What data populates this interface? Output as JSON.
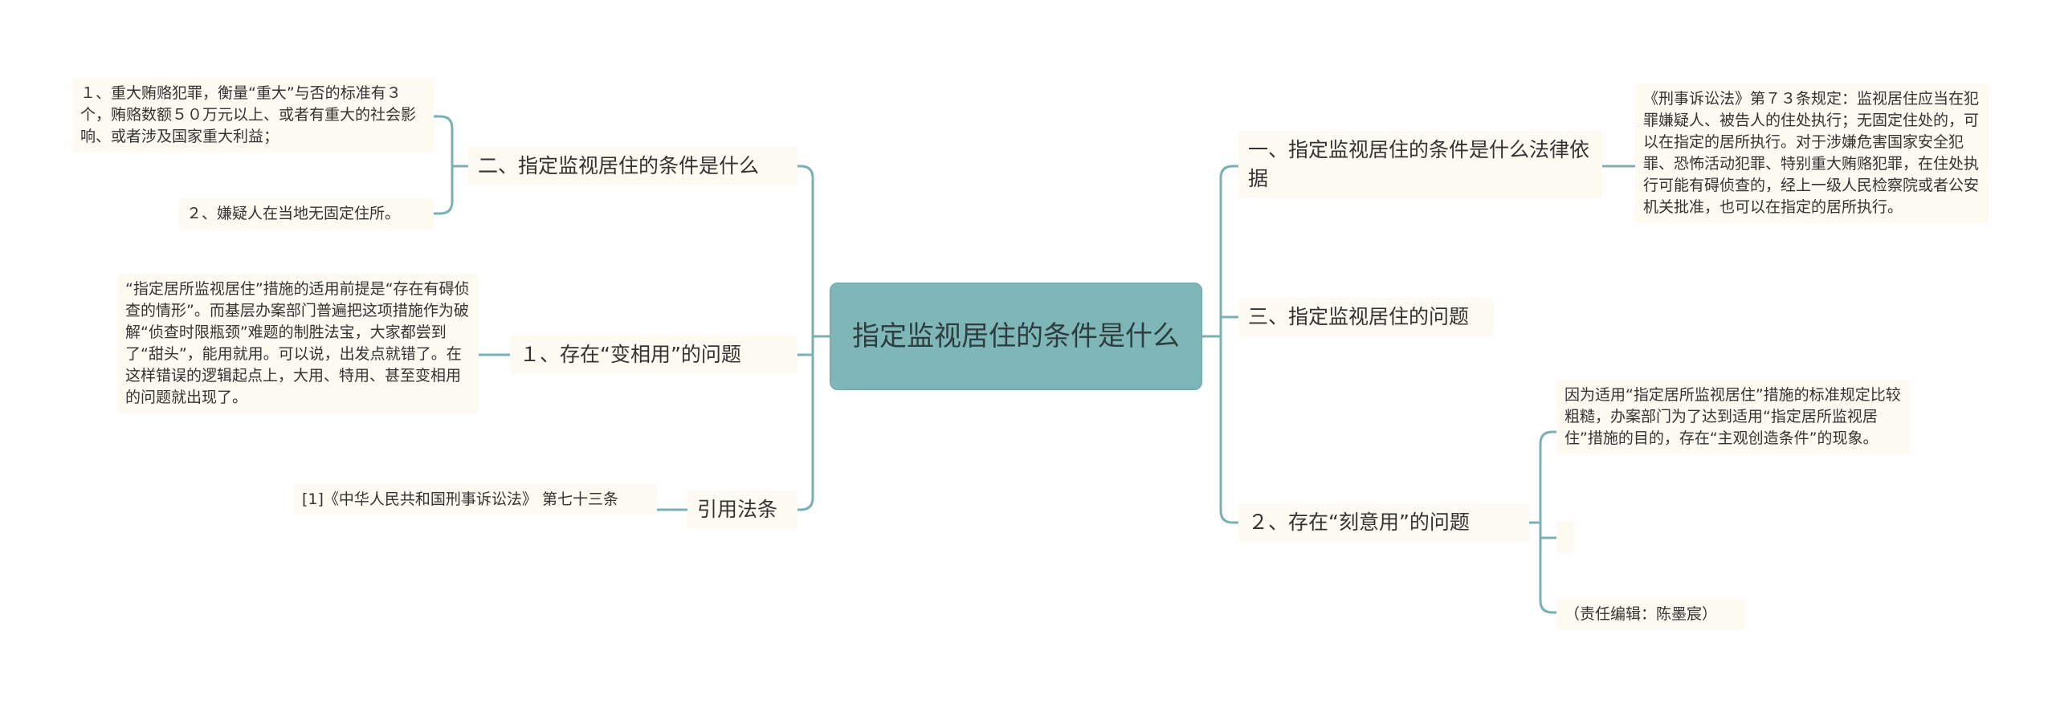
{
  "mindmap": {
    "root": "指定监视居住的条件是什么",
    "right": {
      "b1": {
        "label": "一、指定监视居住的条件是什么法律依据",
        "leaf": "《刑事诉讼法》第７３条规定：监视居住应当在犯罪嫌疑人、被告人的住处执行；无固定住处的，可以在指定的居所执行。对于涉嫌危害国家安全犯罪、恐怖活动犯罪、特别重大贿赂犯罪，在住处执行可能有碍侦查的，经上一级人民检察院或者公安机关批准，也可以在指定的居所执行。"
      },
      "b2": {
        "label": "三、指定监视居住的问题"
      },
      "b3": {
        "label": "２、存在“刻意用”的问题",
        "leaf1": "因为适用“指定居所监视居住”措施的标准规定比较粗糙，办案部门为了达到适用“指定居所监视居住”措施的目的，存在“主观创造条件”的现象。",
        "leaf2": "",
        "leaf3": "（责任编辑：陈墨宸）"
      }
    },
    "left": {
      "b1": {
        "label": "二、指定监视居住的条件是什么",
        "leaf1": "１、重大贿赂犯罪，衡量“重大”与否的标准有３个，贿赂数额５０万元以上、或者有重大的社会影响、或者涉及国家重大利益；",
        "leaf2": "２、嫌疑人在当地无固定住所。"
      },
      "b2": {
        "label": "１、存在“变相用”的问题",
        "leaf": "“指定居所监视居住”措施的适用前提是“存在有碍侦查的情形”。而基层办案部门普遍把这项措施作为破解“侦查时限瓶颈”难题的制胜法宝，大家都尝到了“甜头”，能用就用。可以说，出发点就错了。在这样错误的逻辑起点上，大用、特用、甚至变相用的问题就出现了。"
      },
      "b3": {
        "label": "引用法条",
        "leaf": "[1]《中华人民共和国刑事诉讼法》 第七十三条"
      }
    }
  },
  "colors": {
    "root_fill": "#7fb6b8",
    "node_fill": "#fdfaf1",
    "link": "#7ab0b3",
    "text": "#333333"
  }
}
